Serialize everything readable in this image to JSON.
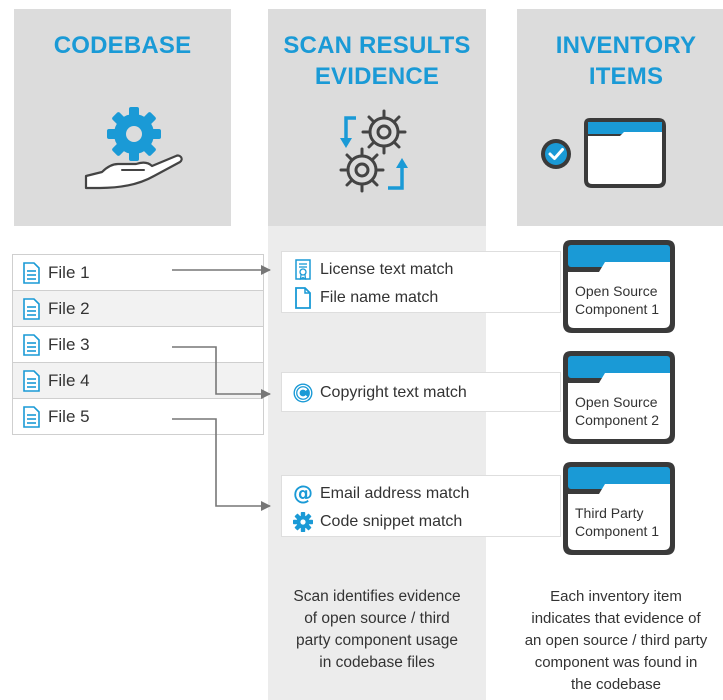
{
  "columns": {
    "codebase": {
      "title": "CODEBASE"
    },
    "scan": {
      "title_line1": "SCAN RESULTS",
      "title_line2": "EVIDENCE"
    },
    "inventory": {
      "title_line1": "INVENTORY",
      "title_line2": "ITEMS"
    }
  },
  "files": [
    {
      "label": "File 1"
    },
    {
      "label": "File 2"
    },
    {
      "label": "File 3"
    },
    {
      "label": "File 4"
    },
    {
      "label": "File 5"
    }
  ],
  "evidence": {
    "group1": {
      "line1": "License text match",
      "line2": "File name match"
    },
    "group2": {
      "line1": "Copyright text match"
    },
    "group3": {
      "line1": "Email address match",
      "line2": "Code snippet match"
    }
  },
  "inventory_items": [
    {
      "line1": "Open Source",
      "line2": "Component 1"
    },
    {
      "line1": "Open Source",
      "line2": "Component 2"
    },
    {
      "line1": "Third Party",
      "line2": "Component 1"
    }
  ],
  "captions": {
    "scan": [
      "Scan identifies evidence",
      "of open source / third",
      "party component usage",
      "in codebase files"
    ],
    "inventory": [
      "Each inventory item",
      "indicates that evidence of",
      "an open source / third party",
      "component was found in",
      "the codebase"
    ]
  },
  "colors": {
    "accent": "#1a9ad6",
    "dark": "#3a3a3a",
    "panel": "#dcdcdc",
    "panel_light": "#ececec"
  }
}
